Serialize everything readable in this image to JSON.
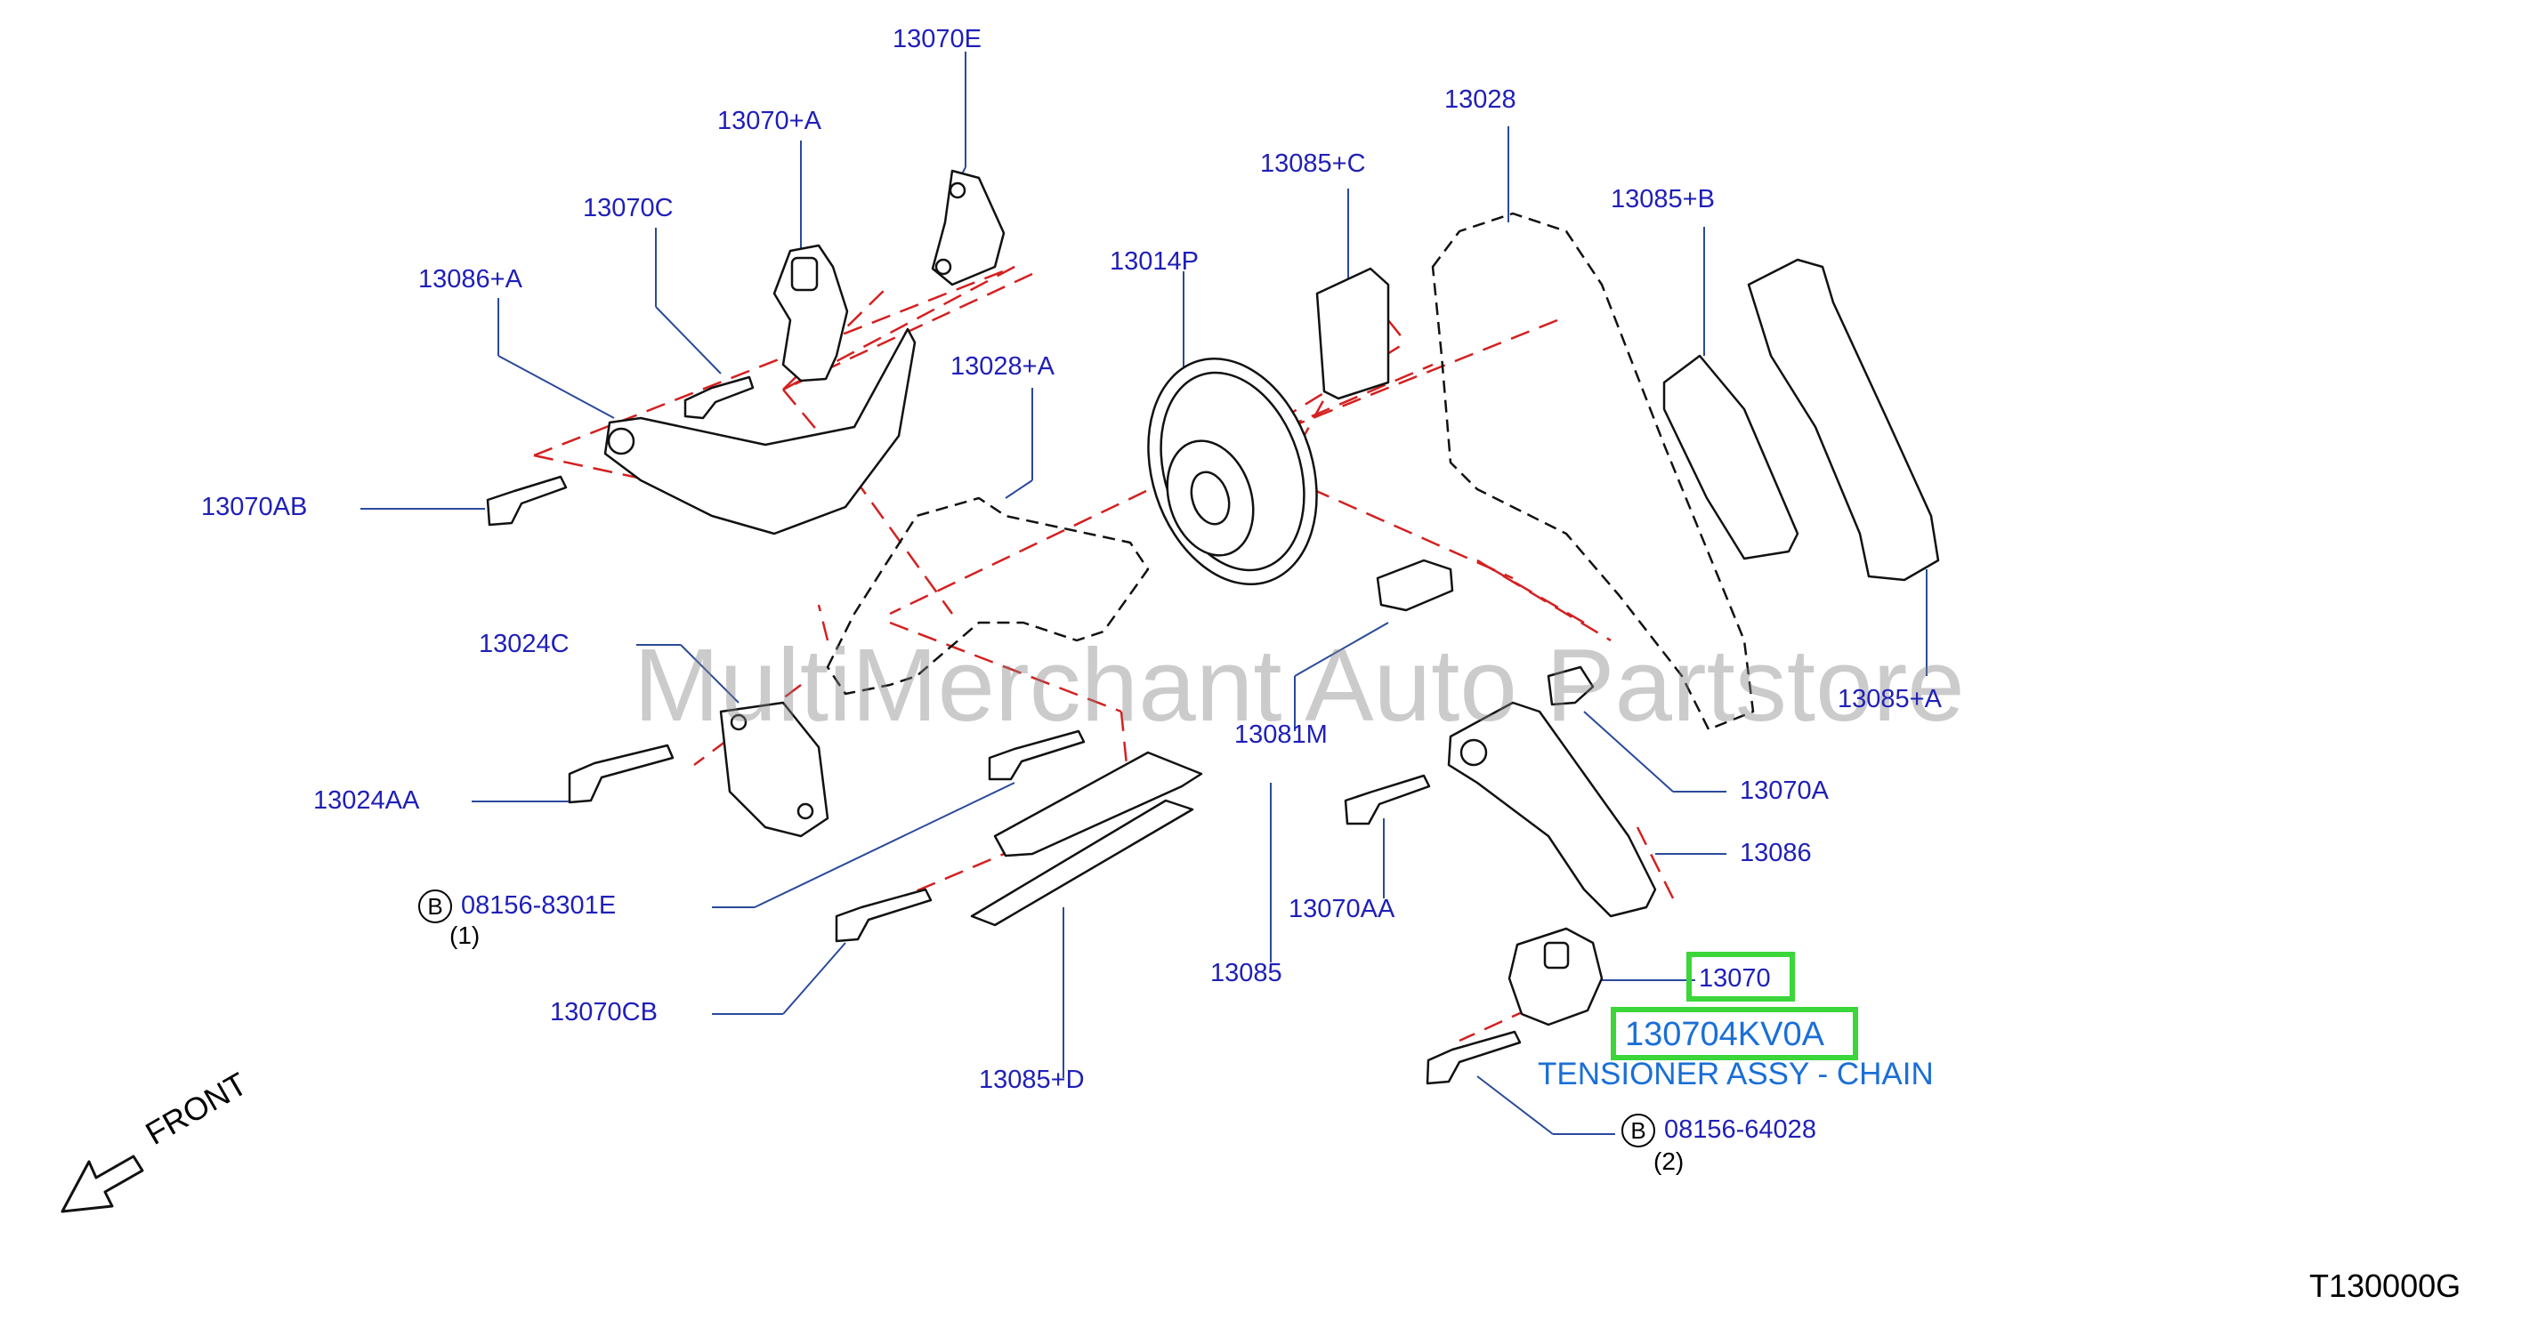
{
  "labels": {
    "p13070E": "13070E",
    "p13070_A": "13070+A",
    "p13070C": "13070C",
    "p13086_A": "13086+A",
    "p13070AB": "13070AB",
    "p13028_A": "13028+A",
    "p13014P": "13014P",
    "p13085_C": "13085+C",
    "p13028": "13028",
    "p13085_B": "13085+B",
    "p13085_A": "13085+A",
    "p13024C": "13024C",
    "p13024AA": "13024AA",
    "p08156_8301E": "08156-8301E",
    "p13070CB": "13070CB",
    "p13085": "13085",
    "p13085_D": "13085+D",
    "p13081M": "13081M",
    "p13070A": "13070A",
    "p13086": "13086",
    "p13070AA": "13070AA",
    "p13070": "13070",
    "p08156_64028": "08156-64028"
  },
  "quantities": {
    "q1": "(1)",
    "q2": "(2)"
  },
  "bolt_marker": "B",
  "highlight": {
    "part_number": "130704KV0A",
    "description": "TENSIONER ASSY - CHAIN"
  },
  "watermark": "MultiMerchant Auto Partstore",
  "front_label": "FRONT",
  "diagram_code": "T130000G",
  "colors": {
    "label_blue": "#1f1fb8",
    "highlight_green": "#3ad63a",
    "part_number_blue": "#1a6fd6",
    "centerline_red": "#d42020",
    "leader_blue": "#2a4a9a"
  }
}
